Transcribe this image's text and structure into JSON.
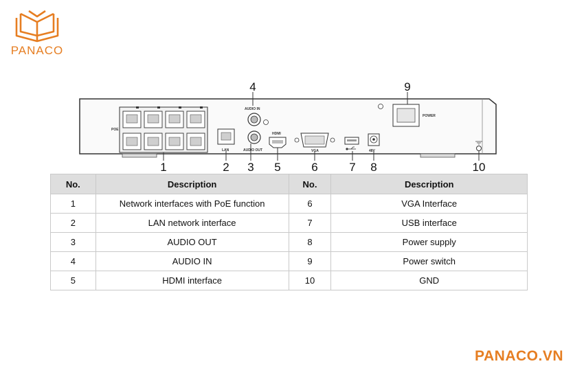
{
  "brand": {
    "name": "PANACO",
    "website": "PANACO.VN",
    "accent_color": "#e67e22"
  },
  "panel": {
    "port_labels": {
      "poe": "POE",
      "lan": "LAN",
      "audio_in": "AUDIO IN",
      "audio_out": "AUDIO OUT",
      "hdmi": "HDMI",
      "vga": "VGA",
      "voltage": "48V",
      "power": "POWER"
    },
    "callouts": [
      "1",
      "2",
      "3",
      "4",
      "5",
      "6",
      "7",
      "8",
      "9",
      "10"
    ]
  },
  "table": {
    "headers": [
      "No.",
      "Description",
      "No.",
      "Description"
    ],
    "rows": [
      {
        "no_a": "1",
        "desc_a": "Network interfaces with PoE function",
        "no_b": "6",
        "desc_b": "VGA Interface"
      },
      {
        "no_a": "2",
        "desc_a": "LAN network interface",
        "no_b": "7",
        "desc_b": "USB interface"
      },
      {
        "no_a": "3",
        "desc_a": "AUDIO OUT",
        "no_b": "8",
        "desc_b": "Power supply"
      },
      {
        "no_a": "4",
        "desc_a": "AUDIO IN",
        "no_b": "9",
        "desc_b": "Power switch"
      },
      {
        "no_a": "5",
        "desc_a": "HDMI interface",
        "no_b": "10",
        "desc_b": "GND"
      }
    ]
  }
}
